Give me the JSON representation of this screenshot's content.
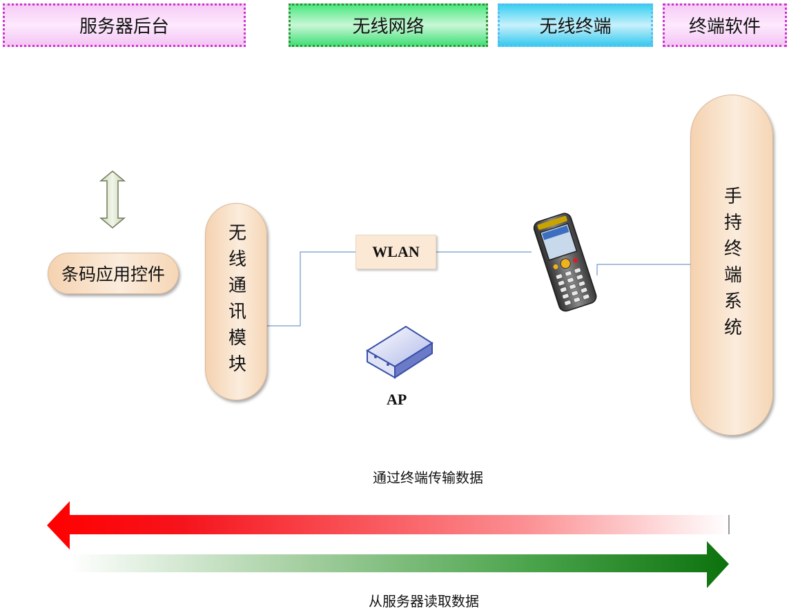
{
  "headers": {
    "server_backend": "服务器后台",
    "wireless_network": "无线网络",
    "wireless_terminal": "无线终端",
    "terminal_software": "终端软件"
  },
  "nodes": {
    "barcode_control": "条码应用控件",
    "wireless_module": "无线通讯模块",
    "wlan": "WLAN",
    "ap": "AP",
    "handheld_system": "手持终端系统"
  },
  "flows": {
    "upload_caption": "通过终端传输数据",
    "download_caption": "从服务器读取数据"
  },
  "colors": {
    "pill_fill": "#f9e4cf",
    "upload_arrow": "#ff0000",
    "download_arrow": "#0f7a10",
    "connector_line": "#4f81bd"
  },
  "icons": [
    "double-arrow-icon",
    "access-point-icon",
    "handheld-terminal-icon"
  ]
}
